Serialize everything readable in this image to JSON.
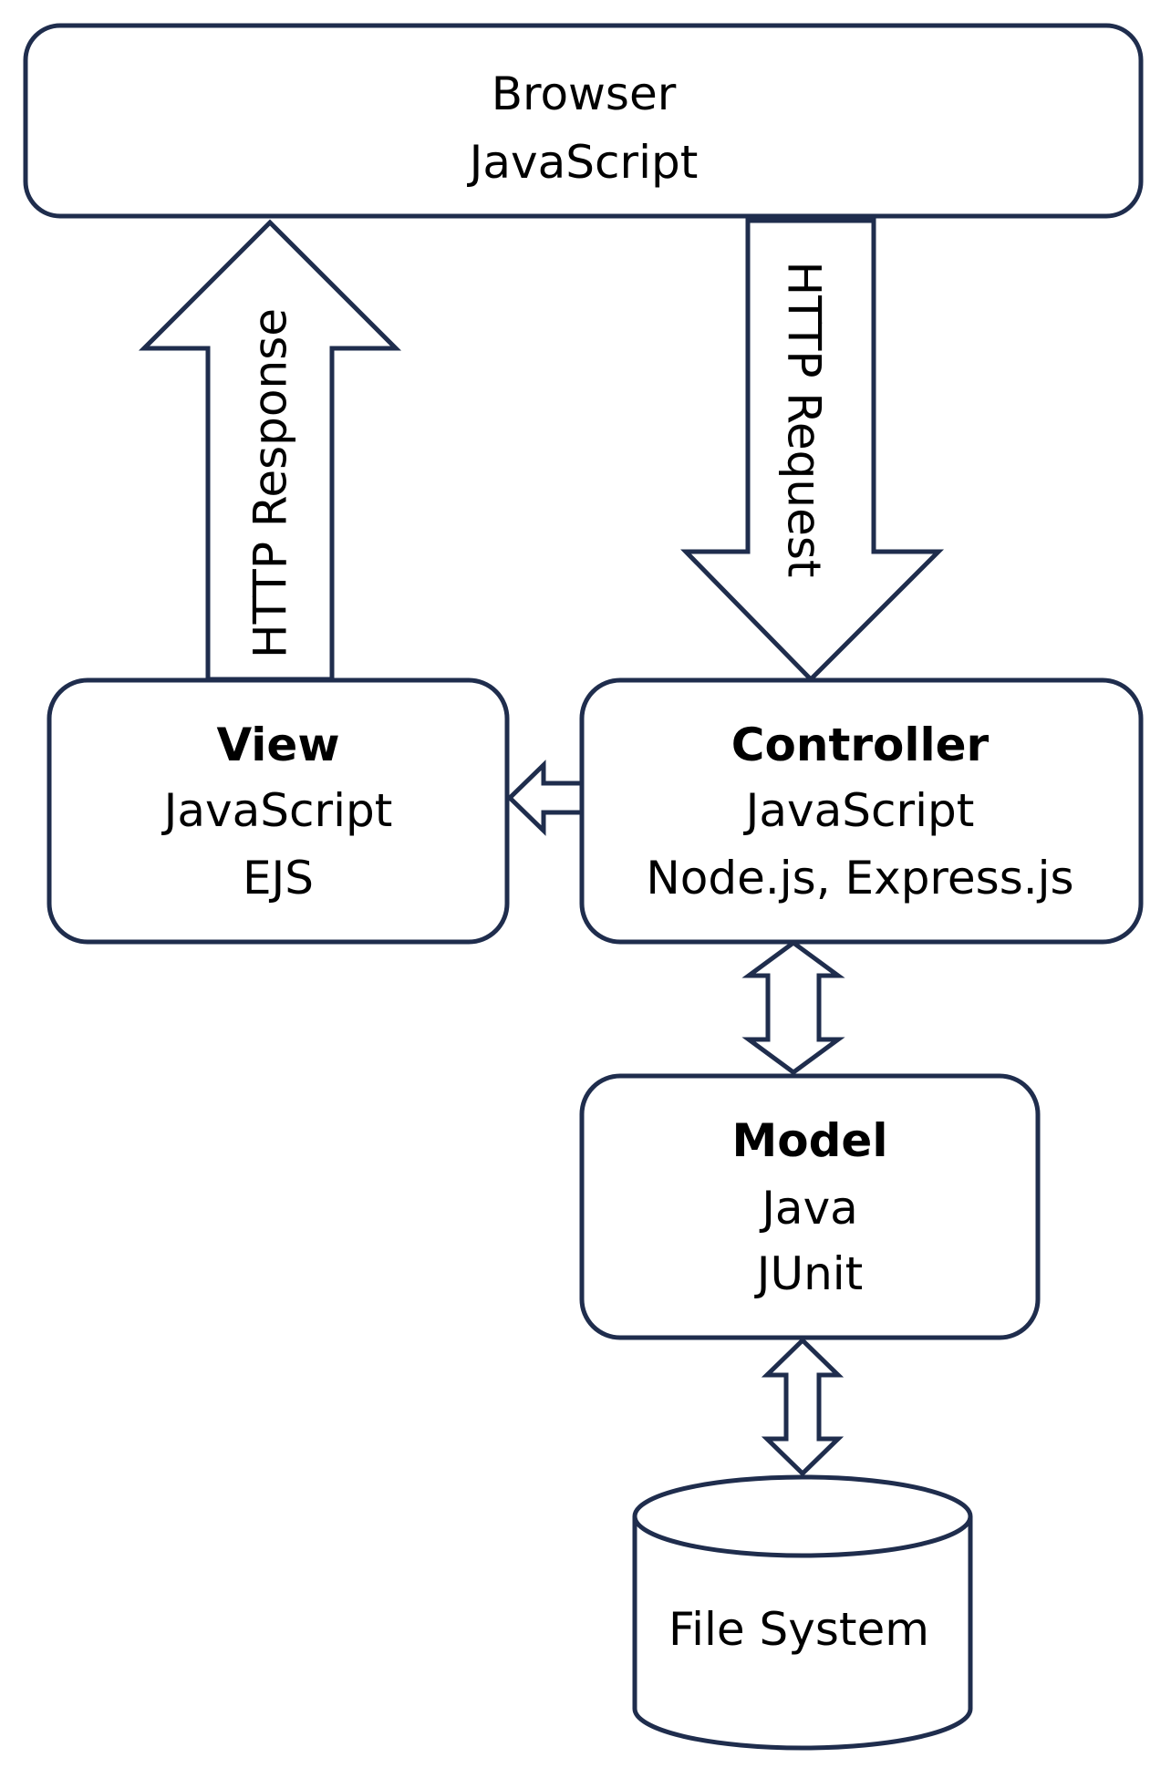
{
  "browser": {
    "line1": "Browser",
    "line2": "JavaScript"
  },
  "http_response": {
    "label": "HTTP Response"
  },
  "http_request": {
    "label": "HTTP Request"
  },
  "view": {
    "title": "View",
    "line1": "JavaScript",
    "line2": "EJS"
  },
  "controller": {
    "title": "Controller",
    "line1": "JavaScript",
    "line2": "Node.js, Express.js"
  },
  "model": {
    "title": "Model",
    "line1": "Java",
    "line2": "JUnit"
  },
  "file_system": {
    "label": "File System"
  },
  "colors": {
    "stroke": "#1f2d4d",
    "fill": "#ffffff",
    "text": "#000000"
  }
}
